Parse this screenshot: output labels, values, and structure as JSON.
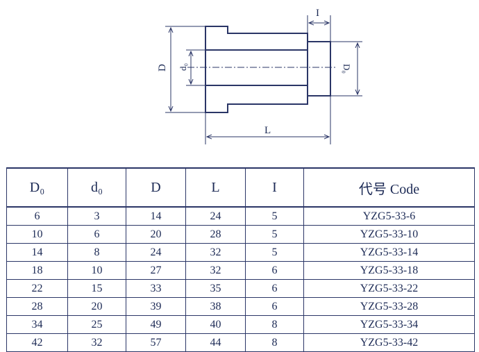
{
  "drawing": {
    "dim_labels": {
      "D": "D",
      "d0": "d₀",
      "D0": "D₀",
      "L": "L",
      "I": "I"
    }
  },
  "table": {
    "headers": [
      "D₀",
      "d₀",
      "D",
      "L",
      "I",
      "代号  Code"
    ],
    "rows": [
      [
        "6",
        "3",
        "14",
        "24",
        "5",
        "YZG5-33-6"
      ],
      [
        "10",
        "6",
        "20",
        "28",
        "5",
        "YZG5-33-10"
      ],
      [
        "14",
        "8",
        "24",
        "32",
        "5",
        "YZG5-33-14"
      ],
      [
        "18",
        "10",
        "27",
        "32",
        "6",
        "YZG5-33-18"
      ],
      [
        "22",
        "15",
        "33",
        "35",
        "6",
        "YZG5-33-22"
      ],
      [
        "28",
        "20",
        "39",
        "38",
        "6",
        "YZG5-33-28"
      ],
      [
        "34",
        "25",
        "49",
        "40",
        "8",
        "YZG5-33-34"
      ],
      [
        "42",
        "32",
        "57",
        "44",
        "8",
        "YZG5-33-42"
      ]
    ]
  }
}
